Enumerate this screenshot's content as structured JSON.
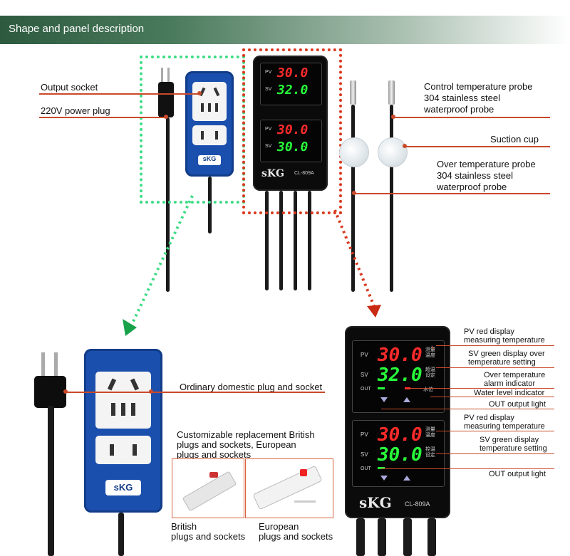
{
  "header": {
    "title": "Shape and panel description"
  },
  "top_labels": {
    "output_socket": "Output socket",
    "power_plug": "220V power plug",
    "control_probe_1": "Control  temperature probe",
    "control_probe_2": "304 stainless steel",
    "control_probe_3": "waterproof probe",
    "suction_cup": "Suction cup",
    "over_probe_1": "Over temperature probe",
    "over_probe_2": "304 stainless steel",
    "over_probe_3": "waterproof probe"
  },
  "socket_labels": {
    "ordinary": "Ordinary domestic plug and socket",
    "custom_1": "Customizable replacement British",
    "custom_2": " plugs and sockets, European",
    "custom_3": "plugs and sockets",
    "british_1": "British",
    "british_2": "plugs and sockets",
    "european_1": "European",
    "european_2": "plugs and sockets"
  },
  "panel_labels": {
    "pv_red_1": "PV red display",
    "pv_red_2": "measuring temperature",
    "sv_green_over_1": "SV green display over",
    "sv_green_over_2": "temperature setting",
    "over_alarm_1": "Over temperature",
    "over_alarm_2": "alarm indicator",
    "water_level": "Water level indicator",
    "out_light_1": "OUT output light",
    "pv_red2_1": "PV red display",
    "pv_red2_2": "measuring temperature",
    "sv_green2_1": "SV green display",
    "sv_green2_2": "temperature setting",
    "out_light_2": "OUT output light"
  },
  "controller": {
    "pv": "PV",
    "sv": "SV",
    "out": "OUT",
    "upper_pv_value": "30.0",
    "upper_sv_value": "32.0",
    "lower_pv_value": "30.0",
    "lower_sv_value": "30.0",
    "measure_cn": "测量温度",
    "over_cn": "超温设定",
    "control_cn": "控温设定",
    "water_cn": "水位",
    "brand": "sKG",
    "model": "CL-809A"
  },
  "socket_bar": {
    "brand": "sKG"
  },
  "colors": {
    "accent_line": "#c94a2a",
    "green_dash": "#3ddc84",
    "red_dash": "#d9381e",
    "header_green": "#2d5a3f"
  }
}
